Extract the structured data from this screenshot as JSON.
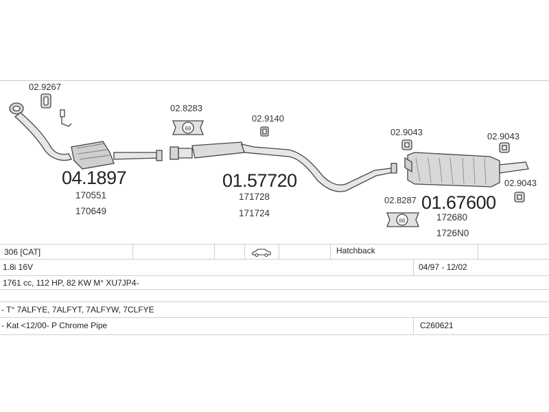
{
  "diagram": {
    "part_codes": {
      "gasket_top_left": "02.9267",
      "clamp_69": "02.8283",
      "mount_center": "02.9140",
      "mount_right_1": "02.9043",
      "mount_right_2": "02.9043",
      "mount_right_3": "02.9043",
      "clamp_66": "02.8287"
    },
    "clamp_numbers": {
      "clamp_69": "69",
      "clamp_66": "66"
    },
    "sections": [
      {
        "code": "04.1897",
        "refs": [
          "170551",
          "170649"
        ]
      },
      {
        "code": "01.57720",
        "refs": [
          "171728",
          "171724"
        ]
      },
      {
        "code": "01.67600",
        "refs": [
          "172680",
          "1726N0"
        ]
      }
    ]
  },
  "table": {
    "model": "306  [CAT]",
    "body_type": "Hatchback",
    "engine_name": "1.8i 16V",
    "date_range": "04/97 - 12/02",
    "engine_spec": "1761 cc, 112 HP, 82 KW M° XU7JP4-",
    "type_codes": "- T° 7ALFYE, 7ALFYT, 7ALFYW, 7CLFYE",
    "notes": "- Kat <12/00- P Chrome Pipe",
    "kit_code": "C260621"
  }
}
